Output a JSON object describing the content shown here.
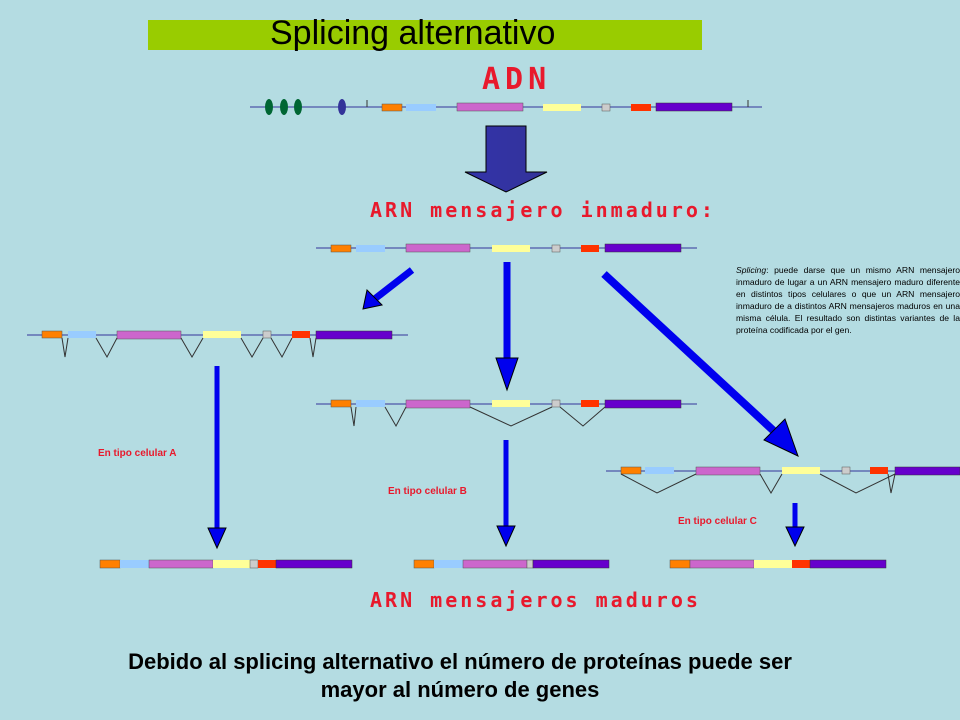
{
  "title": "Splicing alternativo",
  "headings": {
    "dna": "ADN",
    "immature": "ARN mensajero inmaduro:",
    "mature": "ARN mensajeros maduros"
  },
  "note": {
    "term": "Splicing",
    "text": ": puede darse que un mismo ARN mensajero inmaduro de lugar a un ARN mensajero maduro diferente en distintos tipos celulares o que un ARN mensajero inmaduro de a distintos ARN mensajeros maduros en una misma célula. El resultado son distintas variantes de la proteína codificada por el gen."
  },
  "cell_types": {
    "a": "En tipo celular A",
    "b": "En tipo celular B",
    "c": "En tipo celular C"
  },
  "footer": {
    "line1": "Debido al splicing alternativo el número de proteínas puede ser",
    "line2": "mayor al número de genes"
  },
  "colors": {
    "background": "#b4dce2",
    "title_band": "#99cc00",
    "heading": "#e8192c",
    "exon_orange": "#ff8000",
    "exon_lightblue": "#99ccff",
    "exon_pink": "#cc66cc",
    "exon_yellow": "#ffff99",
    "exon_grey": "#cccccc",
    "exon_red": "#ff3300",
    "exon_purple": "#6600cc",
    "arrow_blue": "#0000ee",
    "arrow_dark": "#333399",
    "regulatory_green": "#006633",
    "regulatory_blue": "#333399"
  }
}
